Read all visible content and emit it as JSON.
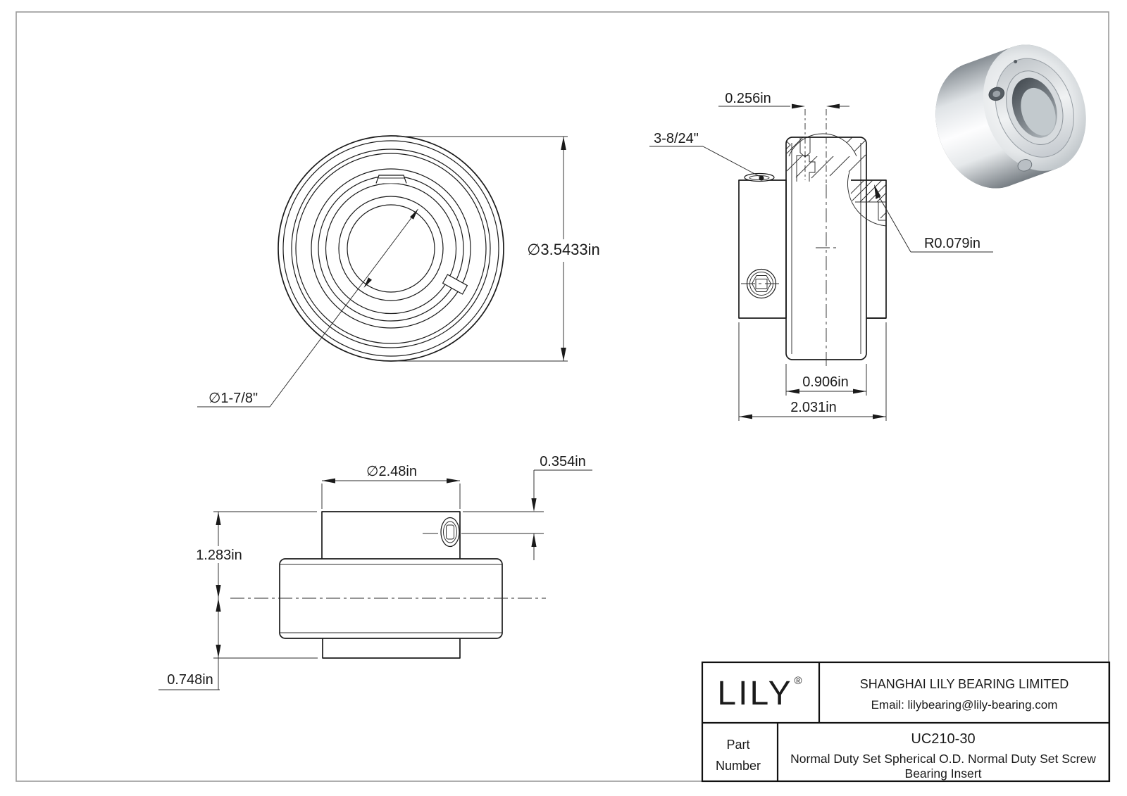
{
  "drawing": {
    "front_view": {
      "dim_outer_diameter": "∅3.5433in",
      "dim_bore_diameter": "∅1-7/8\""
    },
    "section_view": {
      "dim_screw_offset": "0.256in",
      "thread_label": "3-8/24\"",
      "fillet_radius_label": "R0.079in",
      "dim_outer_ring_width": "0.906in",
      "dim_total_width": "2.031in"
    },
    "side_view": {
      "dim_collar_diameter": "∅2.48in",
      "dim_screw_to_face": "0.354in",
      "dim_face_to_center": "1.283in",
      "dim_center_to_collar_bottom": "0.748in"
    },
    "title_block": {
      "logo_text": "LILY",
      "registered_mark": "®",
      "company_name": "SHANGHAI LILY BEARING LIMITED",
      "email_line": "Email: lilybearing@lily-bearing.com",
      "part_label_line1": "Part",
      "part_label_line2": "Number",
      "part_number": "UC210-30",
      "description_line1": "Normal Duty Set Spherical O.D. Normal Duty Set Screw",
      "description_line2": "Bearing Insert"
    },
    "colors": {
      "line": "#1a1a1a",
      "frame": "#9a9a9a",
      "metal_dark": "#6e757b",
      "metal_mid": "#aab1b6",
      "metal_light": "#f4f6f7"
    }
  }
}
